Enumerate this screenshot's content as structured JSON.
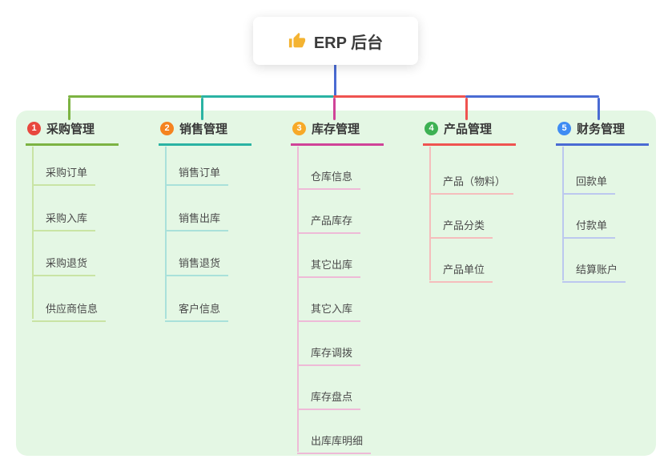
{
  "root": {
    "title": "ERP 后台",
    "icon": "thumbs-up-icon",
    "icon_color": "#f4b331",
    "line_color": "#4a6bd3"
  },
  "colors": {
    "panel_bg": "#e4f7e4"
  },
  "branches": [
    {
      "num": "1",
      "title": "采购管理",
      "color": "#7cb342",
      "light_color": "#c9e4a4",
      "badge_color": "#e8483e",
      "children": [
        "采购订单",
        "采购入库",
        "采购退货",
        "供应商信息"
      ]
    },
    {
      "num": "2",
      "title": "销售管理",
      "color": "#2ab3a3",
      "light_color": "#a9e1da",
      "badge_color": "#f5831f",
      "children": [
        "销售订单",
        "销售出库",
        "销售退货",
        "客户信息"
      ]
    },
    {
      "num": "3",
      "title": "库存管理",
      "color": "#d04398",
      "light_color": "#eebad7",
      "badge_color": "#f7a928",
      "children": [
        "仓库信息",
        "产品库存",
        "其它出库",
        "其它入库",
        "库存调拨",
        "库存盘点",
        "出库库明细"
      ]
    },
    {
      "num": "4",
      "title": "产品管理",
      "color": "#ef5350",
      "light_color": "#f5bdbc",
      "badge_color": "#3db153",
      "children": [
        "产品（物料）",
        "产品分类",
        "产品单位"
      ]
    },
    {
      "num": "5",
      "title": "财务管理",
      "color": "#4a6bd3",
      "light_color": "#bcc8ef",
      "badge_color": "#3f8cf3",
      "children": [
        "回款单",
        "付款单",
        "结算账户"
      ]
    }
  ]
}
